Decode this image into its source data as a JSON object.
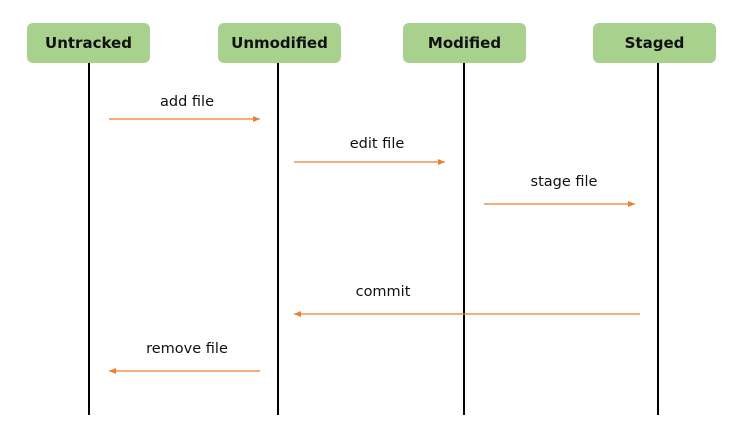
{
  "colors": {
    "box_fill": "#a9d18e",
    "arrow": "#ed7d31",
    "lifeline": "#000000"
  },
  "states": [
    {
      "label": "Untracked"
    },
    {
      "label": "Unmodified"
    },
    {
      "label": "Modified"
    },
    {
      "label": "Staged"
    }
  ],
  "transitions": [
    {
      "label": "add file",
      "from": "Untracked",
      "to": "Unmodified"
    },
    {
      "label": "edit file",
      "from": "Unmodified",
      "to": "Modified"
    },
    {
      "label": "stage file",
      "from": "Modified",
      "to": "Staged"
    },
    {
      "label": "commit",
      "from": "Staged",
      "to": "Unmodified"
    },
    {
      "label": "remove file",
      "from": "Unmodified",
      "to": "Untracked"
    }
  ]
}
